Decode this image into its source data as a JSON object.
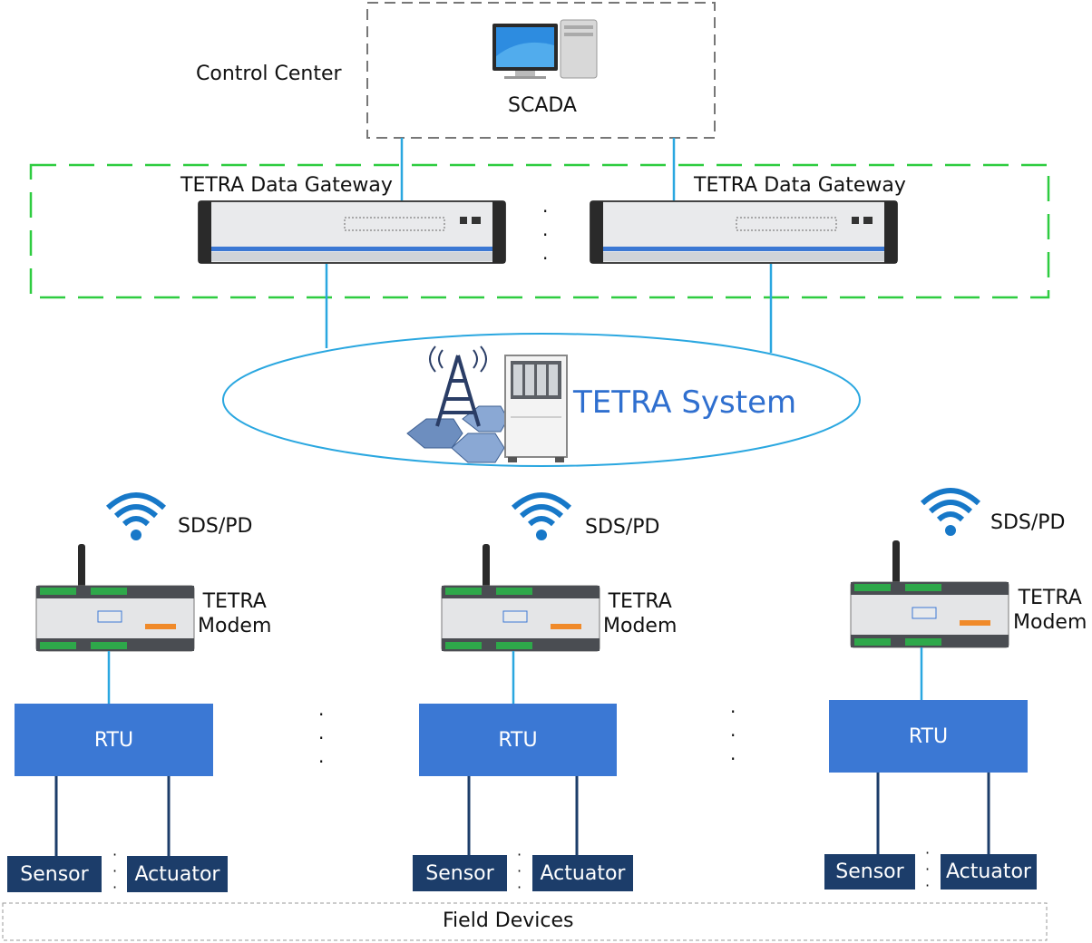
{
  "control_center": {
    "label": "Control Center"
  },
  "scada": {
    "label": "SCADA"
  },
  "gateways": [
    {
      "label": "TETRA Data Gateway"
    },
    {
      "label": "TETRA Data Gateway"
    }
  ],
  "tetra_system": {
    "label": "TETRA System"
  },
  "sites": [
    {
      "wireless_label": "SDS/PD",
      "modem_line1": "TETRA",
      "modem_line2": "Modem",
      "rtu_label": "RTU",
      "sensor_label": "Sensor",
      "actuator_label": "Actuator"
    },
    {
      "wireless_label": "SDS/PD",
      "modem_line1": "TETRA",
      "modem_line2": "Modem",
      "rtu_label": "RTU",
      "sensor_label": "Sensor",
      "actuator_label": "Actuator"
    },
    {
      "wireless_label": "SDS/PD",
      "modem_line1": "TETRA",
      "modem_line2": "Modem",
      "rtu_label": "RTU",
      "sensor_label": "Sensor",
      "actuator_label": "Actuator"
    }
  ],
  "field_devices": {
    "label": "Field Devices"
  },
  "colors": {
    "link": "#2aa7e0",
    "rtu": "#3b78d4",
    "device": "#1c3d6a",
    "gateway_group_border": "#2ecc40",
    "control_border": "#777777",
    "tetra_text": "#2f6fcf"
  }
}
